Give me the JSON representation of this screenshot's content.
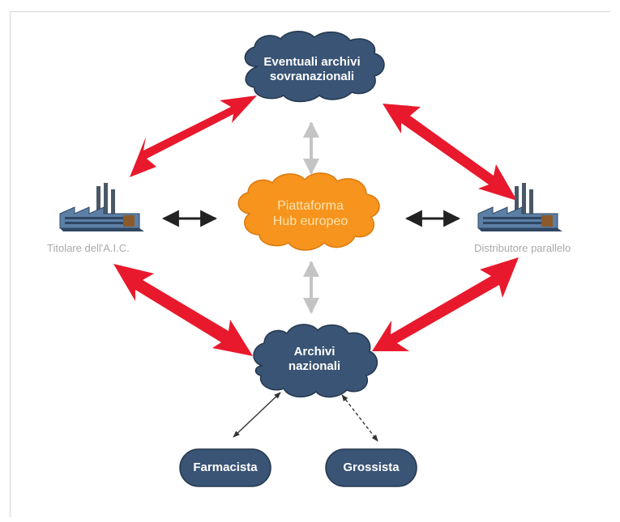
{
  "nodes": {
    "supranational": {
      "line1": "Eventuali archivi",
      "line2": "sovranazionali"
    },
    "hub": {
      "line1": "Piattaforma",
      "line2": "Hub europeo"
    },
    "national": {
      "line1": "Archivi",
      "line2": "nazionali"
    },
    "pharmacist": {
      "label": "Farmacista"
    },
    "wholesaler": {
      "label": "Grossista"
    },
    "mah": {
      "label": "Titolare dell'A.I.C."
    },
    "parallel_distributor": {
      "label": "Distributore parallelo"
    }
  },
  "colors": {
    "dark_cloud": "#3a5475",
    "hub_cloud": "#f7941d",
    "hub_text": "#fde3b0",
    "red_arrow": "#e8192c",
    "grey_arrow": "#c4c4c4",
    "black_arrow": "#222222",
    "caption_text": "#a9a9a9"
  },
  "icons": {
    "factory": "factory-icon"
  }
}
